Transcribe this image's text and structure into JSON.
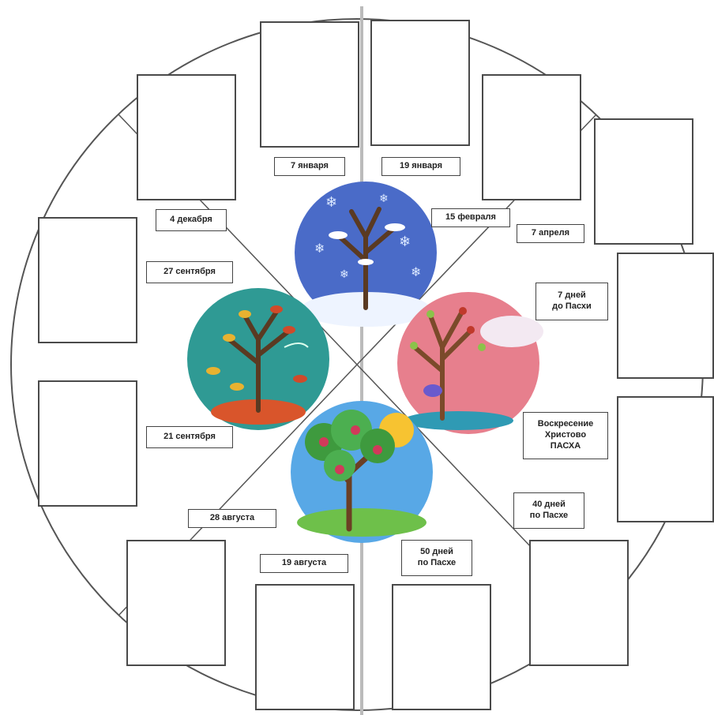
{
  "labels": {
    "jan7": "7 января",
    "jan19": "19 января",
    "feb15": "15 февраля",
    "apr7": "7 апреля",
    "palm": "7 дней\nдо Пасхи",
    "easter": "Воскресение\nХристово\nПАСХА",
    "ascension": "40 дней\nпо Пасхе",
    "pentecost": "50 дней\nпо Пасхе",
    "aug19": "19 августа",
    "aug28": "28 августа",
    "sep21": "21 сентября",
    "sep27": "27 сентября",
    "dec4": "4 декабря"
  },
  "seasons": [
    "winter",
    "spring",
    "summer",
    "autumn"
  ],
  "colors": {
    "winter_bg": "#4a6bc8",
    "spring_bg": "#e77f8d",
    "summer_bg": "#58a8e6",
    "autumn_bg": "#2f9a94",
    "outline": "#4a4a4a"
  }
}
